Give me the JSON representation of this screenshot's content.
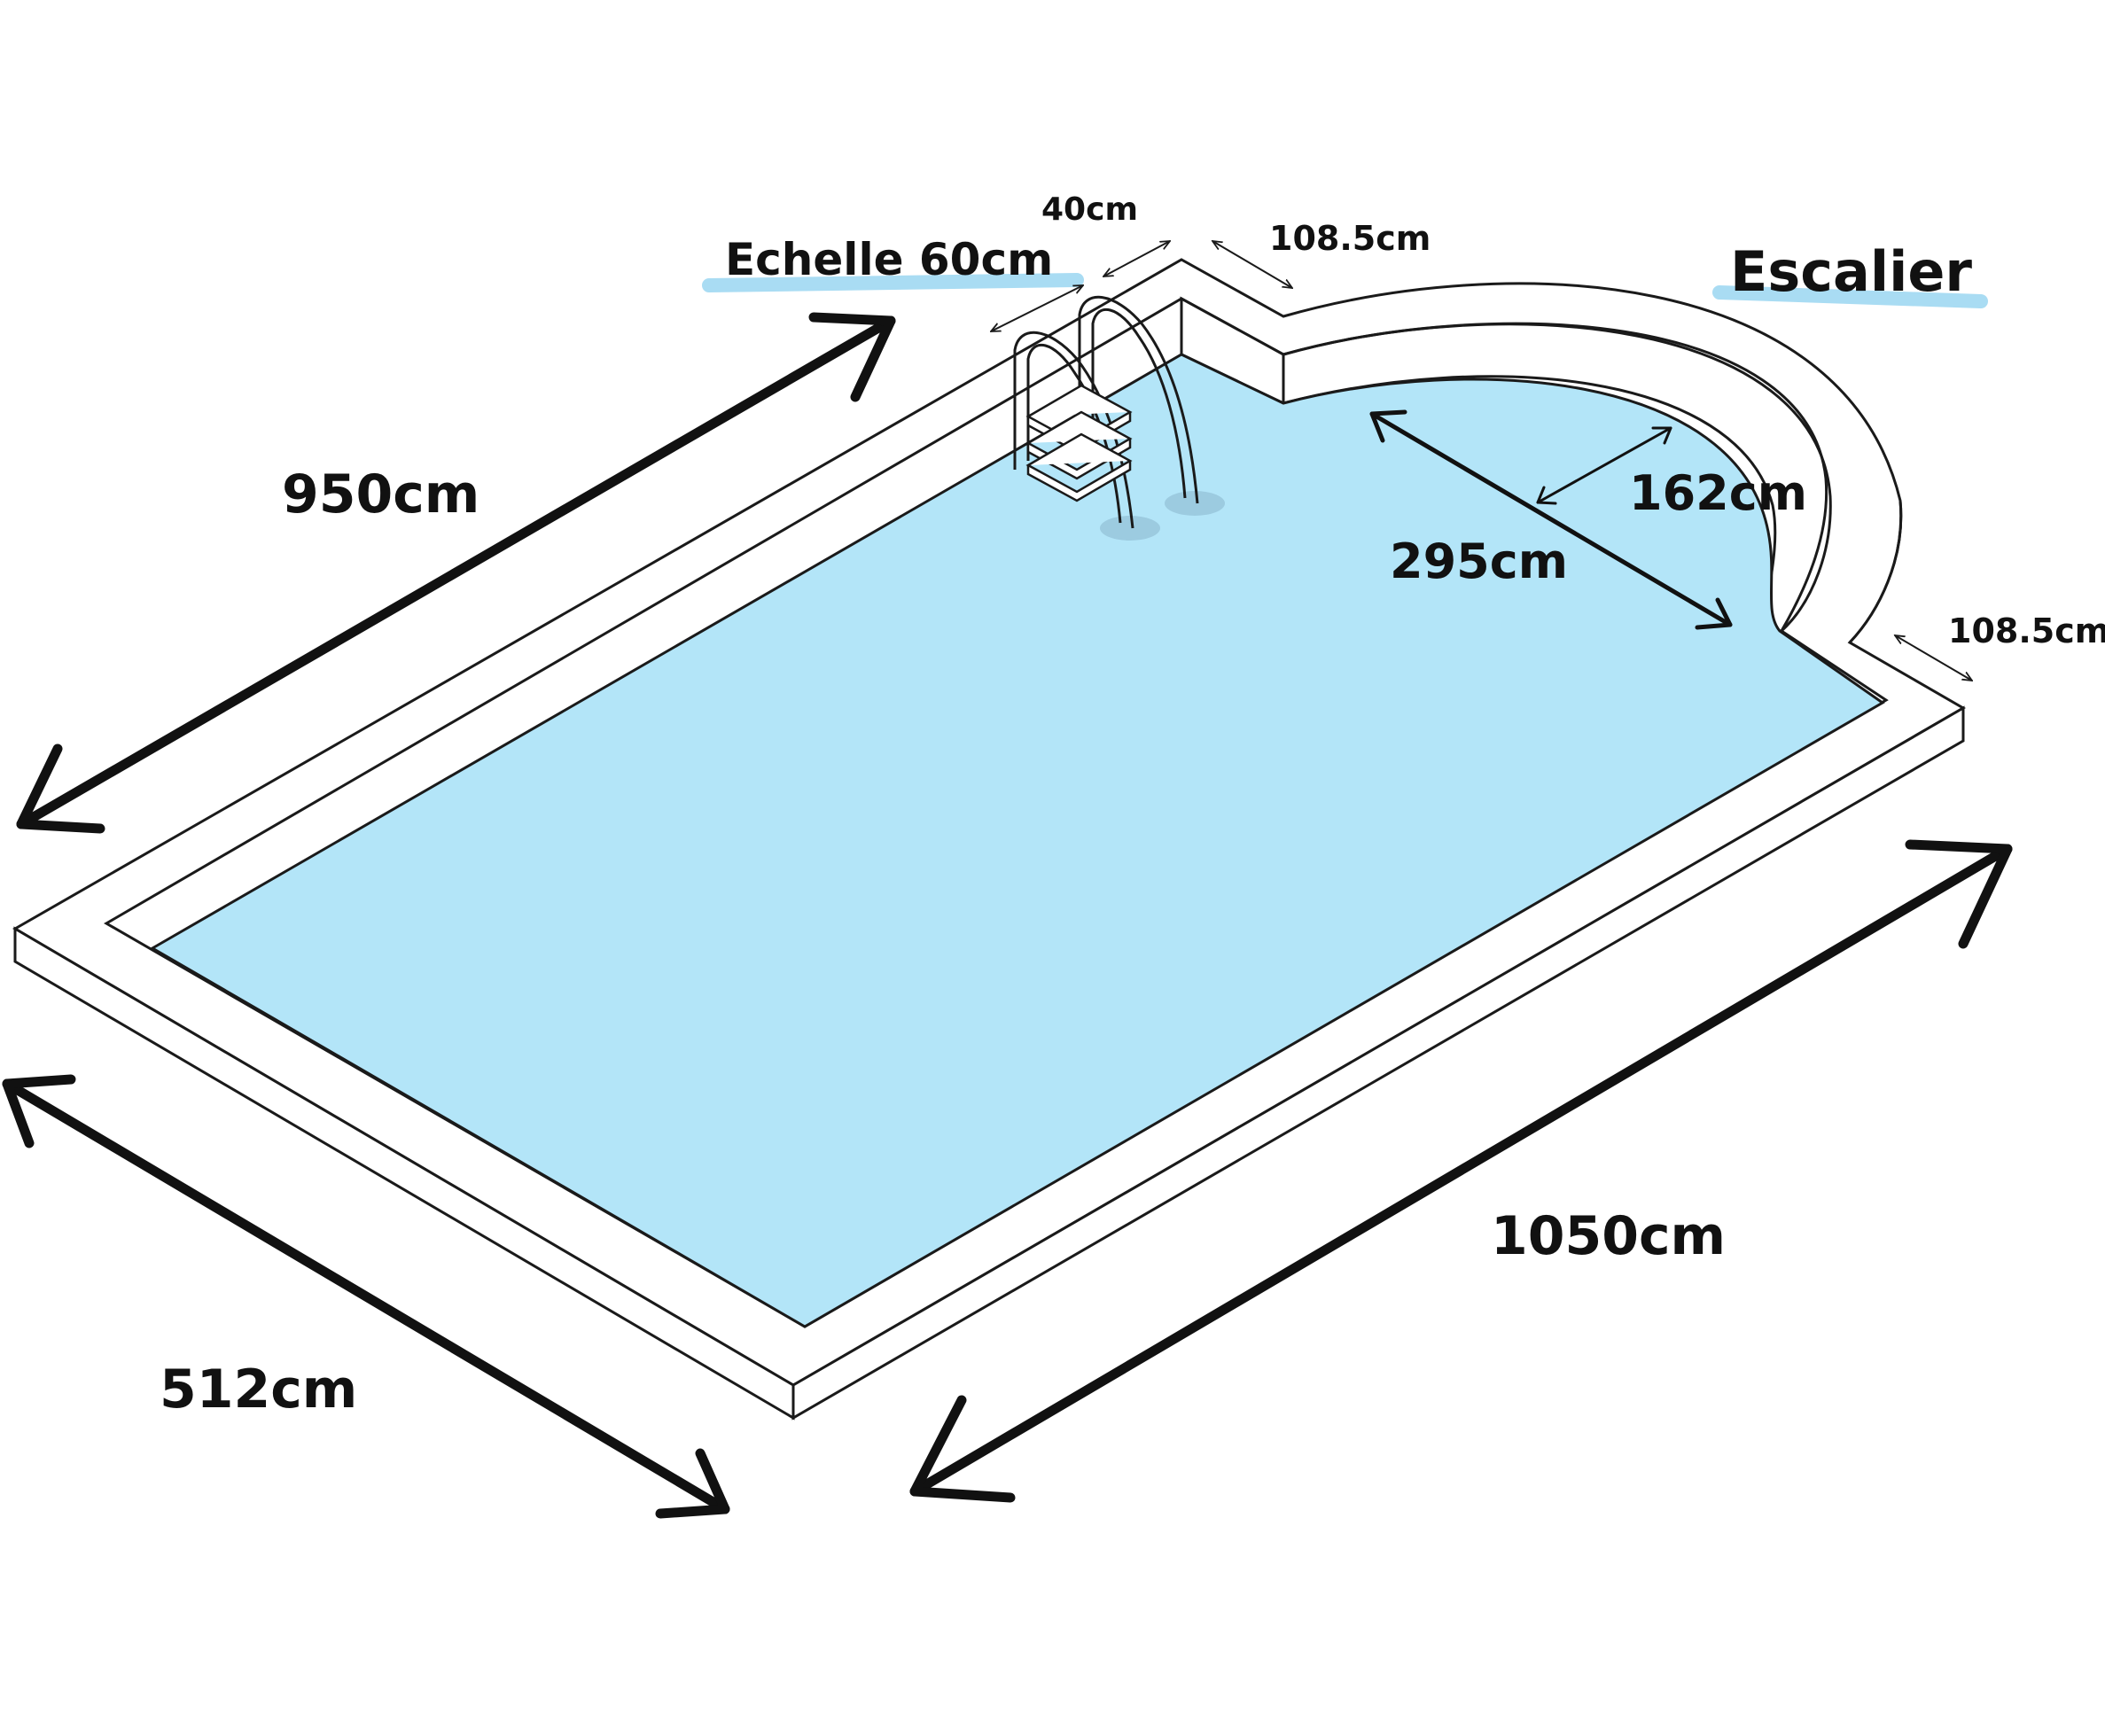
{
  "labels": {
    "ladder": "Echelle 60cm",
    "stairs": "Escalier",
    "ladder_width": "40cm",
    "coping_top": "108.5cm",
    "coping_right": "108.5cm",
    "length_inner": "950cm",
    "length_outer": "1050cm",
    "width": "512cm",
    "stair_radius": "162cm",
    "stair_width": "295cm"
  },
  "colors": {
    "water": "#b3e5f8",
    "highlight": "#a9dcf3",
    "stroke": "#1a1a1a",
    "ladder": "#e8e8e8",
    "ripple": "#9ccbe0"
  }
}
